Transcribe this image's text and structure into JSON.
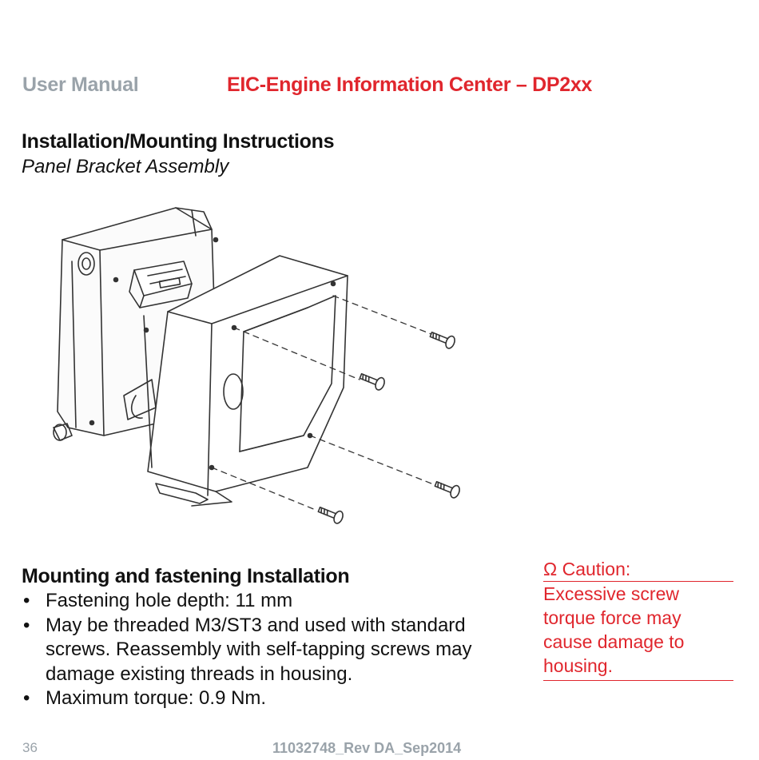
{
  "header": {
    "left": "User Manual",
    "right": "EIC-Engine Information Center – DP2xx",
    "left_color": "#9aa3aa",
    "right_color": "#e0262d"
  },
  "section": {
    "title": "Installation/Mounting Instructions",
    "subtitle": "Panel Bracket Assembly"
  },
  "mounting": {
    "title": "Mounting and fastening Installation",
    "bullets": [
      "Fastening hole depth: 11 mm",
      "May be threaded M3/ST3 and used with standard screws. Reassembly with self-tapping screws may damage existing threads in housing.",
      "Maximum torque: 0.9 Nm."
    ]
  },
  "caution": {
    "symbol": "Ω",
    "label": "Caution:",
    "text": "Excessive screw torque force may cause damage to housing."
  },
  "footer": {
    "page_number": "36",
    "doc_id": "11032748_Rev DA_Sep2014"
  }
}
